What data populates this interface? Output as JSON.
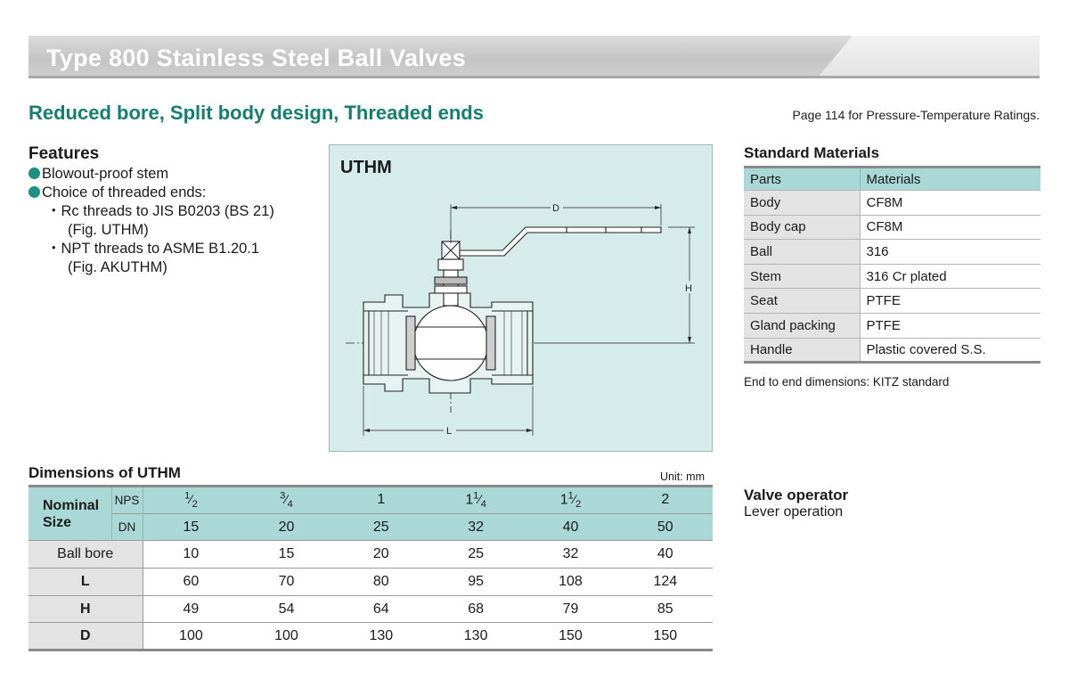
{
  "header": {
    "title": "Type 800 Stainless Steel Ball Valves",
    "subtitle": "Reduced bore, Split body design, Threaded ends",
    "page_ref": "Page 114 for Pressure-Temperature Ratings."
  },
  "features": {
    "heading": "Features",
    "bullet_1": "Blowout-proof stem",
    "bullet_2": "Choice of threaded ends:",
    "sub_1a": "・Rc threads to JIS B0203 (BS 21)",
    "sub_1b": "(Fig. UTHM)",
    "sub_2a": "・NPT threads to ASME B1.20.1",
    "sub_2b": "(Fig. AKUTHM)"
  },
  "figure": {
    "label": "UTHM",
    "dim_d": "D",
    "dim_h": "H",
    "dim_l": "L"
  },
  "materials": {
    "heading": "Standard Materials",
    "col_parts": "Parts",
    "col_materials": "Materials",
    "rows": [
      {
        "part": "Body",
        "material": "CF8M"
      },
      {
        "part": "Body cap",
        "material": "CF8M"
      },
      {
        "part": "Ball",
        "material": "316"
      },
      {
        "part": "Stem",
        "material": "316 Cr plated"
      },
      {
        "part": "Seat",
        "material": "PTFE"
      },
      {
        "part": "Gland packing",
        "material": "PTFE"
      },
      {
        "part": "Handle",
        "material": "Plastic covered S.S."
      }
    ],
    "note": "End to end dimensions: KITZ standard"
  },
  "dimensions": {
    "title": "Dimensions of UTHM",
    "unit": "Unit: mm",
    "nominal_line1": "Nominal",
    "nominal_line2": "Size",
    "nps_label": "NPS",
    "dn_label": "DN",
    "nps": [
      {
        "whole": "",
        "num": "1",
        "den": "2"
      },
      {
        "whole": "",
        "num": "3",
        "den": "4"
      },
      {
        "whole": "1",
        "num": "",
        "den": ""
      },
      {
        "whole": "1",
        "num": "1",
        "den": "4"
      },
      {
        "whole": "1",
        "num": "1",
        "den": "2"
      },
      {
        "whole": "2",
        "num": "",
        "den": ""
      }
    ],
    "dn": [
      "15",
      "20",
      "25",
      "32",
      "40",
      "50"
    ],
    "rows": [
      {
        "label": "Ball bore",
        "values": [
          "10",
          "15",
          "20",
          "25",
          "32",
          "40"
        ]
      },
      {
        "label": "L",
        "values": [
          "60",
          "70",
          "80",
          "95",
          "108",
          "124"
        ]
      },
      {
        "label": "H",
        "values": [
          "49",
          "54",
          "64",
          "68",
          "79",
          "85"
        ]
      },
      {
        "label": "D",
        "values": [
          "100",
          "100",
          "130",
          "130",
          "150",
          "150"
        ]
      }
    ]
  },
  "operator": {
    "heading": "Valve operator",
    "value": "Lever operation"
  }
}
